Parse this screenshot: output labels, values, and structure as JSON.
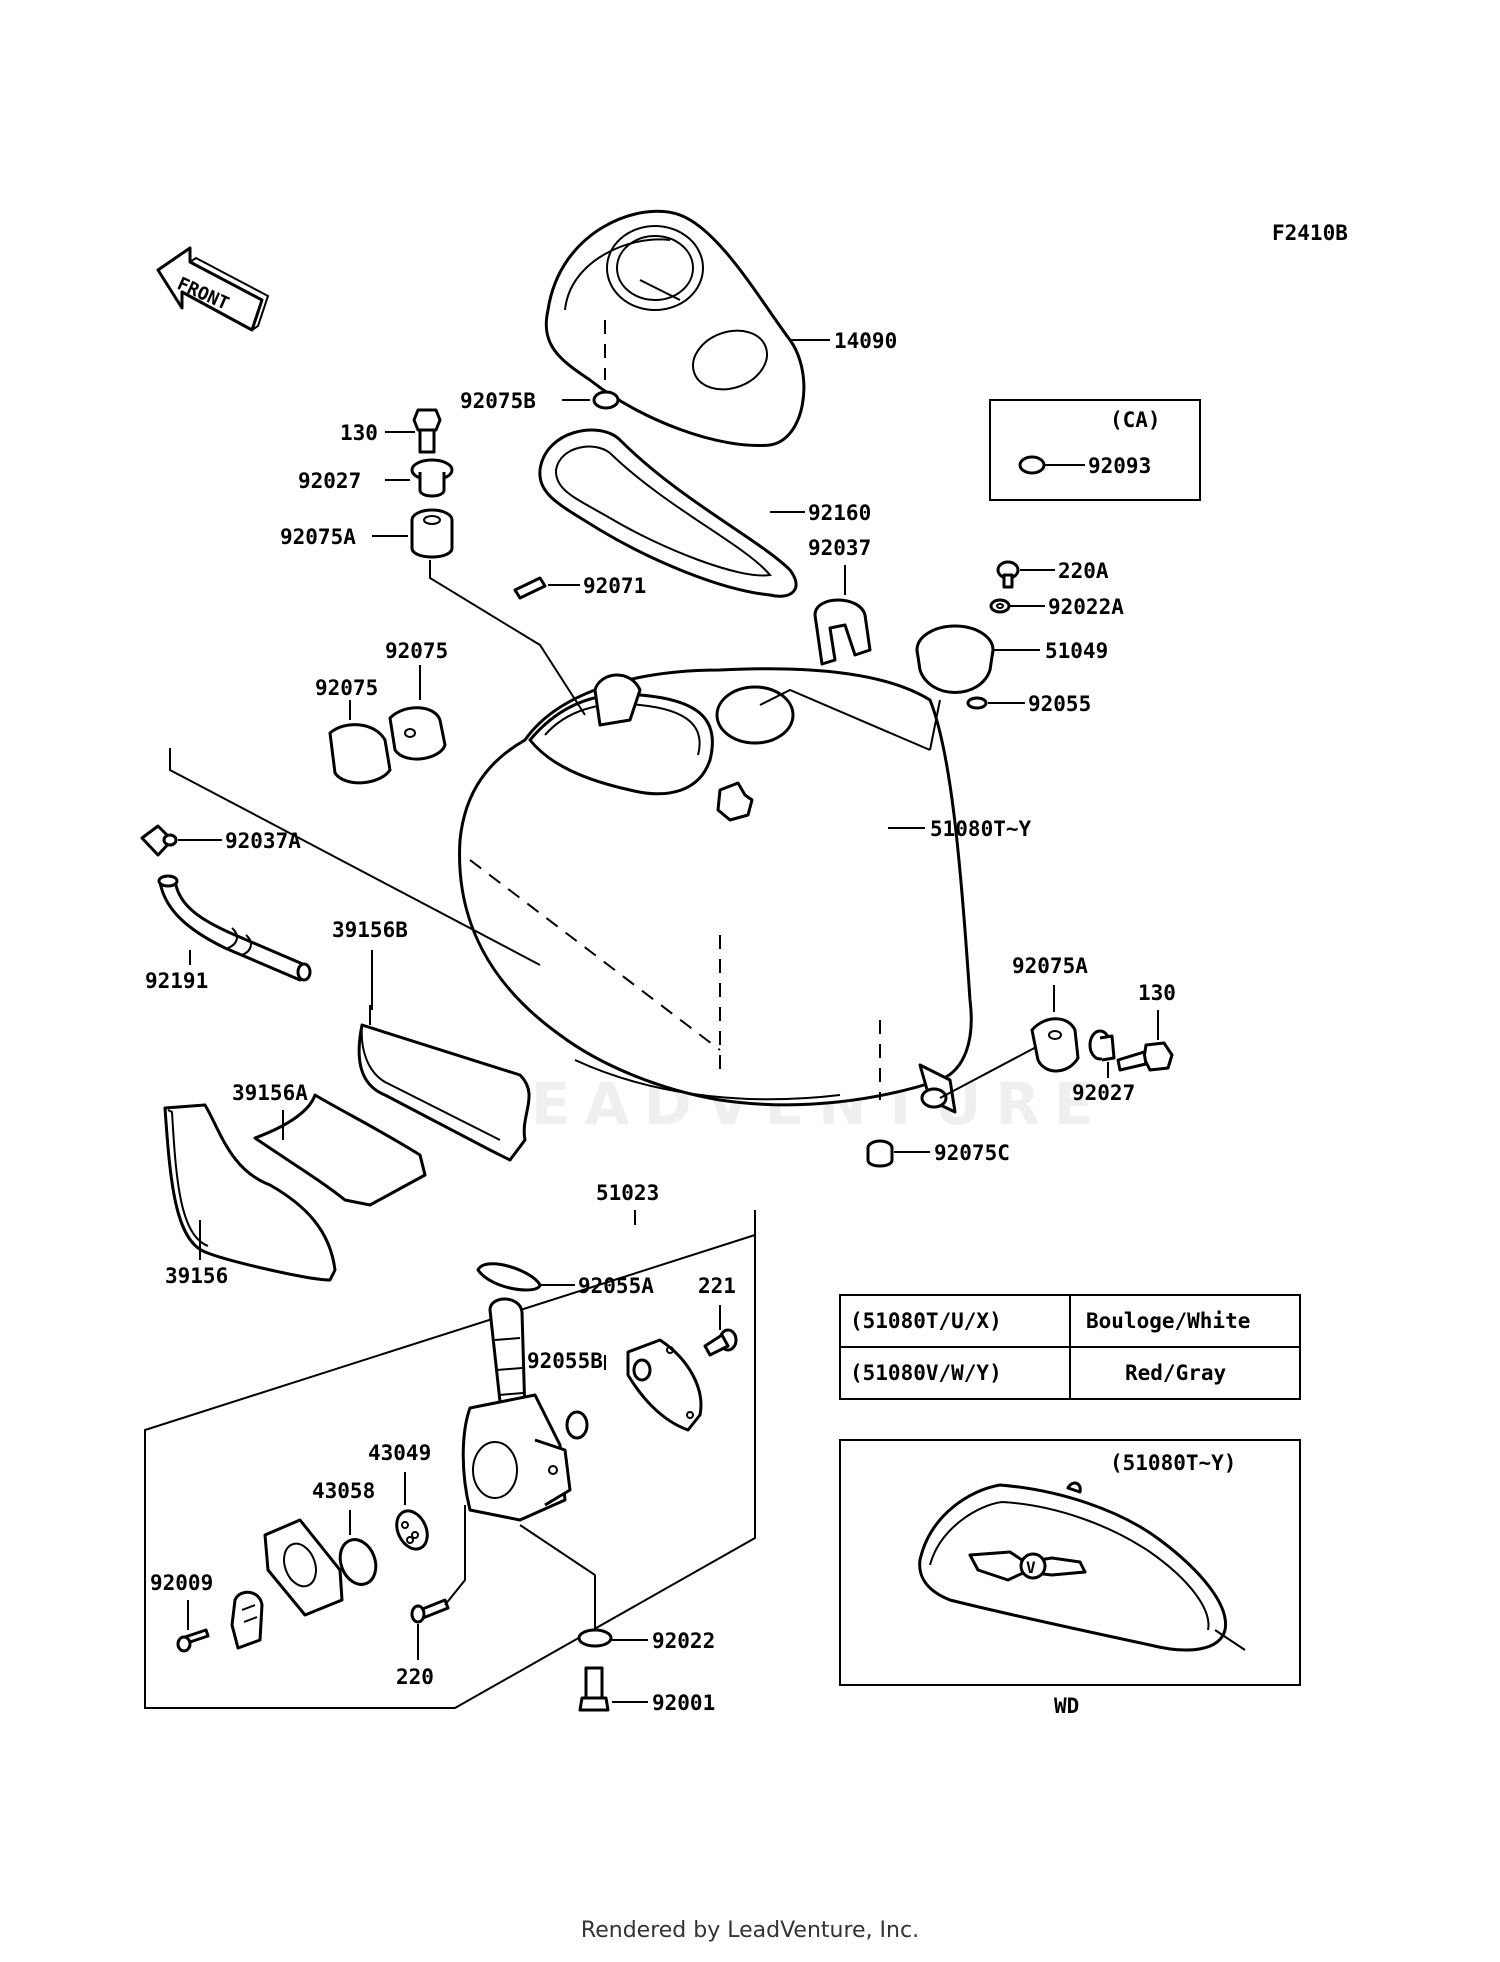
{
  "diagram_code": "F2410B",
  "front_label": "FRONT",
  "labels": {
    "p14090": "14090",
    "p92075B": "92075B",
    "p130a": "130",
    "p92027a": "92027",
    "p92160": "92160",
    "p92075A_a": "92075A",
    "p92037": "92037",
    "p92071": "92071",
    "p220A": "220A",
    "p92022A": "92022A",
    "p92075_1": "92075",
    "p92075_2": "92075",
    "p51049": "51049",
    "p92055": "92055",
    "p92037A": "92037A",
    "p51080": "51080T~Y",
    "p39156B": "39156B",
    "p92191": "92191",
    "p130b": "130",
    "p92075A_b": "92075A",
    "p92027b": "92027",
    "p39156A": "39156A",
    "p92075C": "92075C",
    "p39156": "39156",
    "p51023": "51023",
    "p92055A": "92055A",
    "p221": "221",
    "p92055B": "92055B",
    "p43049": "43049",
    "p43058": "43058",
    "p92009": "92009",
    "p220": "220",
    "p92022": "92022",
    "p92001": "92001"
  },
  "ca_box": {
    "title": "(CA)",
    "part": "92093"
  },
  "color_table": {
    "rows": [
      {
        "code": "(51080T/U/X)",
        "color": "Bouloge/White"
      },
      {
        "code": "(51080V/W/Y)",
        "color": "Red/Gray"
      }
    ]
  },
  "inset": {
    "title": "(51080T~Y)",
    "caption": "WD"
  },
  "watermark": "LEADVENTURE",
  "footer": "Rendered by LeadVenture, Inc."
}
